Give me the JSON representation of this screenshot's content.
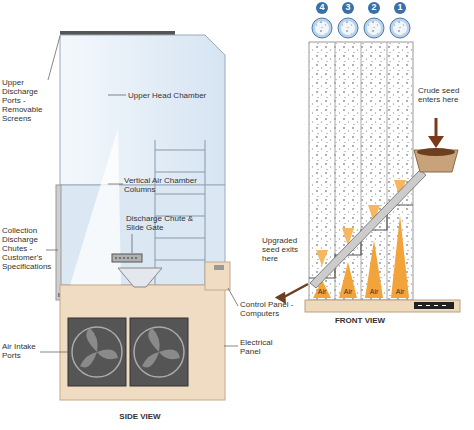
{
  "diagram": {
    "nodes": [
      {
        "text": [
          "4"
        ]
      },
      {
        "text": [
          "3"
        ]
      },
      {
        "text": [
          "2"
        ]
      },
      {
        "text": [
          "1"
        ]
      }
    ],
    "labels": [
      "Upper Discharge Ports - Removable Screens",
      "Upper Head Chamber",
      "Vertical Air Chamber Columns",
      "Collection Discharge Chutes - Customer's Specifications",
      "Discharge Chute & Slide Gate",
      "Air Intake Ports",
      "Control Panel - Computers",
      "Electrical Panel",
      "SIDE VIEW",
      "Crude seed enters here",
      "Air",
      "Air",
      "Air",
      "Air",
      "Upgraded seed exits here",
      "FRONT VIEW"
    ]
  }
}
